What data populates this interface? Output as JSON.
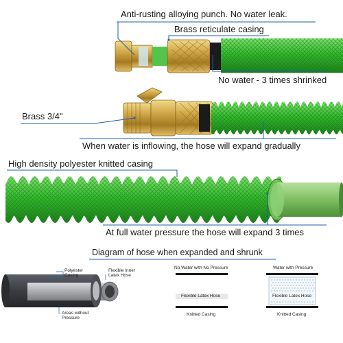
{
  "labels": {
    "anti_rust": "Anti-rusting alloying punch. No water leak.",
    "brass_casing": "Brass reticulate casing",
    "no_water": "No water - 3 times shrinked",
    "brass_34": "Brass 3/4\"",
    "inflowing": "When water is inflowing, the hose will expand gradually",
    "high_density": "High density polyester knitted casing",
    "full_pressure": "At full water pressure the hose will expand 3 times"
  },
  "diagram": {
    "title": "Diagram of hose when expanded and shrunk",
    "hose_labels": {
      "polyester_casing": "Polyester Casing",
      "flexible_inner": "Flexible Inner Latex Hose",
      "areas_without": "Areas without Pressure"
    },
    "panel_left": {
      "top": "No Water with No Pressure",
      "middle": "Flexible Latex Hose",
      "bottom": "Knitted Casing"
    },
    "panel_right": {
      "top": "Water with Pressure",
      "middle": "Flexible Latex Hose",
      "bottom": "Knitted Casing"
    }
  },
  "colors": {
    "hose_green": "#3fc93a",
    "hose_dark_green": "#1f8e1e",
    "brass": "#c9a040",
    "leader_blue": "#1e5fa8",
    "dark_hose": "#3a3d42"
  }
}
